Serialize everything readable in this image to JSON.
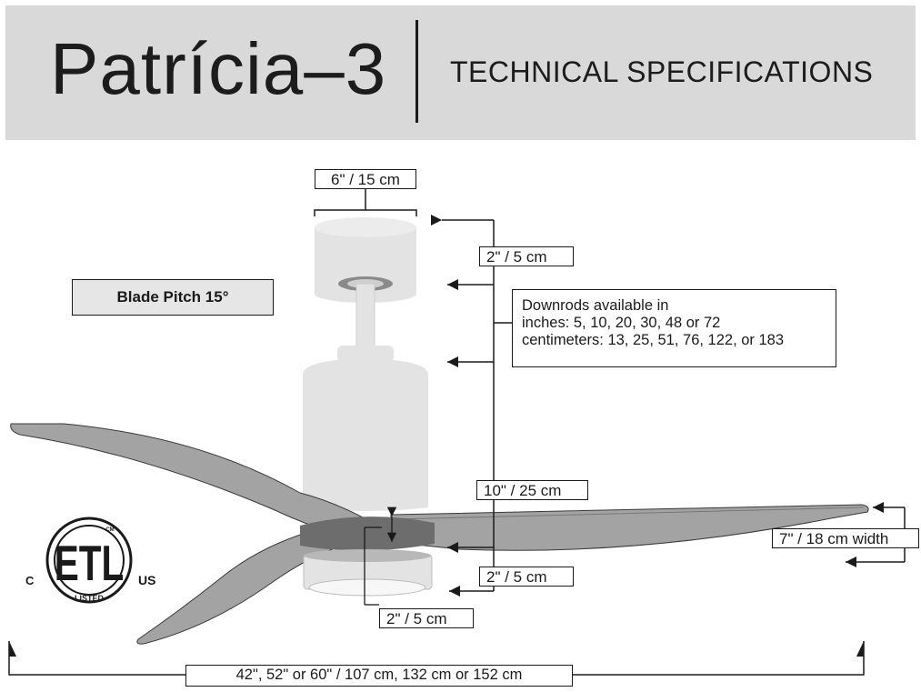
{
  "header": {
    "title": "Patrícia–3",
    "subtitle": "TECHNICAL SPECIFICATIONS"
  },
  "labels": {
    "canopy_width": "6\" / 15 cm",
    "canopy_height": "2\" / 5 cm",
    "blade_pitch": "Blade Pitch 15°",
    "downrods_line1": "Downrods available in",
    "downrods_line2": "inches: 5, 10, 20, 30, 48 or 72",
    "downrods_line3": "centimeters: 13, 25, 51, 76, 122, or 183",
    "motor_height": "10\" / 25 cm",
    "blade_width": "7\" / 18 cm width",
    "light_height": "2\" / 5 cm",
    "light_kit": "2\" / 5 cm",
    "diameter": "42\", 52\" or 60\" / 107 cm, 132  cm or 152 cm"
  },
  "certification": {
    "etl_c": "C",
    "etl_us": "US",
    "etl_listed": "LISTED",
    "etl_cm": "CM",
    "etl_mark": "ETL"
  },
  "colors": {
    "header_bg": "#d9d9d9",
    "blade": "#a3a3a3",
    "fixture": "#e3e3e3",
    "outline": "#1a1a1a"
  }
}
